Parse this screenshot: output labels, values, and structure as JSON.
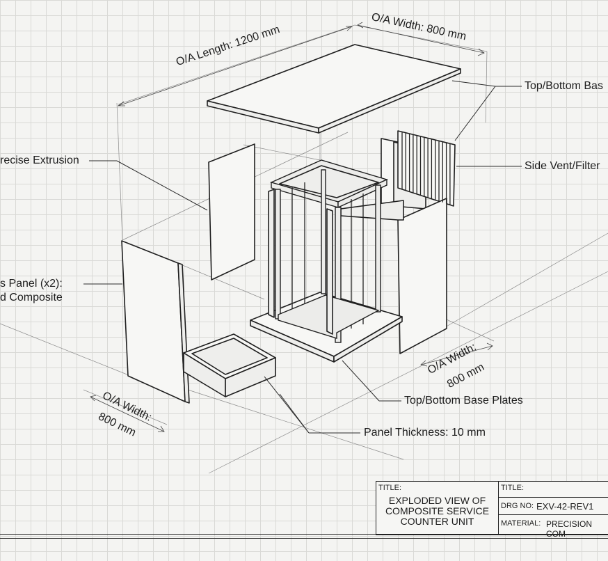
{
  "labels": {
    "oa_length": "O/A Length: 1200 mm",
    "oa_width_top": "O/A Width: 800 mm",
    "top_bottom_base_top": "Top/Bottom Bas",
    "precise_extrusion": "recise Extrusion",
    "side_vent_filter": "Side Vent/Filter",
    "panel_line1": "s Panel (x2):",
    "panel_line2": "d Composite",
    "oa_width_right_line1": "O/A Width:",
    "oa_width_right_line2": "800 mm",
    "top_bottom_base_plates": "Top/Bottom Base Plates",
    "oa_width_left_line1": "O/A Width:",
    "oa_width_left_line2": "800 mm",
    "panel_thickness": "Panel Thickness: 10 mm"
  },
  "title_block": {
    "title_key_left": "TITLE:",
    "title_value": "EXPLODED VIEW OF\nCOMPOSITE SERVICE\nCOUNTER UNIT",
    "title_key_right": "TITLE:",
    "drg_key": "DRG NO:",
    "drg_value": "EXV-42-REV1",
    "material_key": "MATERIAL:",
    "material_value": "PRECISION COM"
  },
  "colors": {
    "ink": "#1f1f1f",
    "paper": "#f4f4f2",
    "grid": "#d9d9d6"
  }
}
